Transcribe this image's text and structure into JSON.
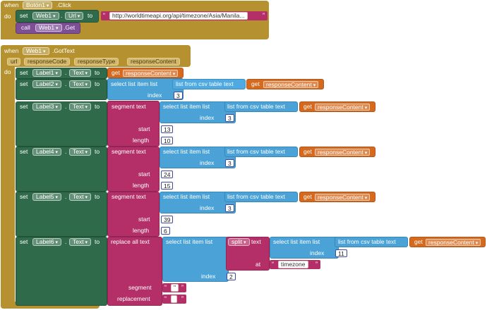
{
  "click_event": {
    "when": "when",
    "component": "Botón1",
    "event": ".Click",
    "do": "do",
    "set_kw": "set",
    "set_component": "Web1",
    "dot1": ".",
    "set_prop": "Url",
    "to_kw": "to",
    "url_text": "http://worldtimeapi.org/api/timezone/Asia/Manila...",
    "call_kw": "call",
    "call_component": "Web1",
    "call_method": ".Get"
  },
  "gottext_event": {
    "when": "when",
    "component": "Web1",
    "event": ".GotText",
    "params": [
      "url",
      "responseCode",
      "responseType",
      "responseContent"
    ],
    "do": "do"
  },
  "kw": {
    "set": "set",
    "dot": ".",
    "to": "to",
    "get": "get",
    "select_list_item": "select list item  list",
    "list_from_csv": "list from csv table  text",
    "index": "index",
    "segment": "segment  text",
    "start": "start",
    "length": "length",
    "replace_all": "replace all text",
    "split": "split",
    "split_text": "text",
    "at": "at",
    "segment_lbl": "segment",
    "replacement": "replacement",
    "text_prop": "Text"
  },
  "var": "responseContent",
  "rows": {
    "label1": "Label1",
    "label2": "Label2",
    "label2_index": "3",
    "label3": "Label3",
    "label3_index": "3",
    "label3_start": "13",
    "label3_length": "10",
    "label4": "Label4",
    "label4_index": "3",
    "label4_start": "24",
    "label4_length": "15",
    "label5": "Label5",
    "label5_index": "3",
    "label5_start": "39",
    "label5_length": "6",
    "label6": "Label6",
    "label6_inner_index": "11",
    "label6_at": "timezone",
    "label6_index": "2",
    "label6_segment": "\"",
    "label6_replacement": ""
  },
  "quote_open": "“",
  "quote_close": "”",
  "colors": {
    "event": "#b5922f",
    "setter": "#2f6b4a",
    "method": "#7e4f96",
    "list": "#4aa2d6",
    "text": "#b42f67",
    "variable": "#d56a1f",
    "math": "#3c4aa0"
  }
}
